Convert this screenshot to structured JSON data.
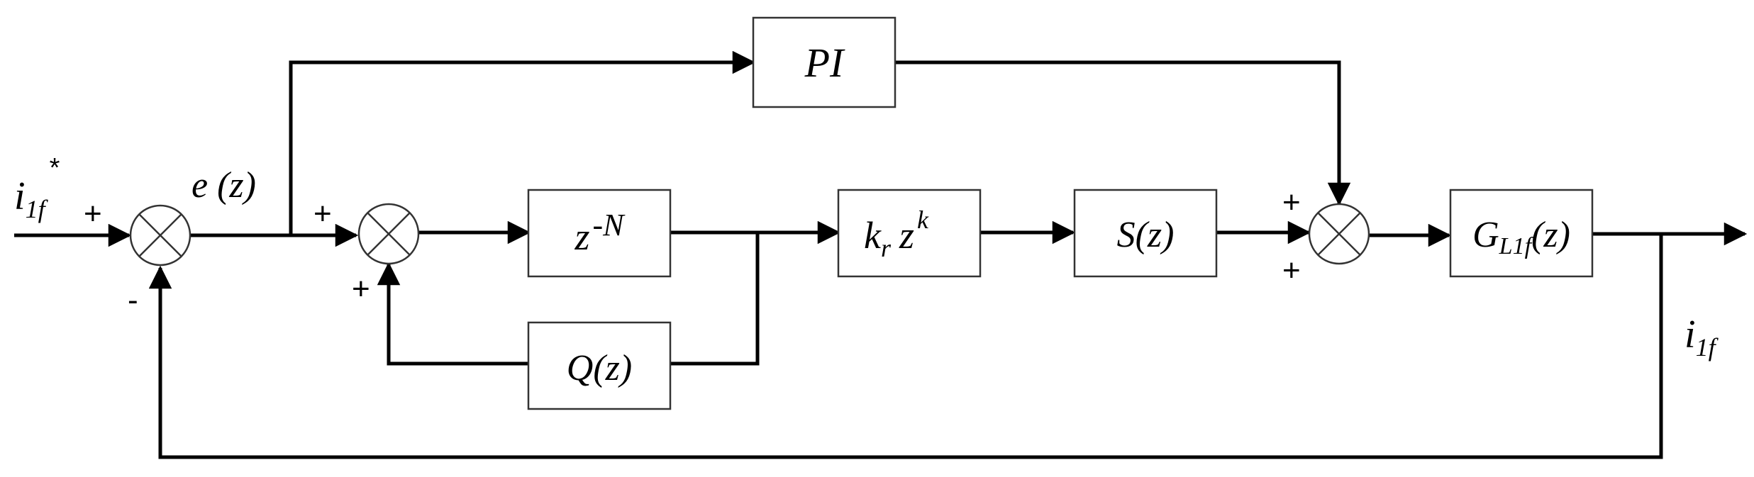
{
  "diagram": {
    "input": {
      "base": "i",
      "sub": "1f",
      "sup": "*"
    },
    "output": {
      "base": "i",
      "sub": "1f"
    },
    "error_signal": "e (z)",
    "blocks": {
      "pi": "PI",
      "delay": {
        "base": "z",
        "exp": "-N"
      },
      "gain": {
        "k": "k",
        "r": "r",
        "z": "z",
        "exp": "k"
      },
      "filter_s": "S(z)",
      "filter_q": "Q(z)",
      "plant": {
        "base": "G",
        "sub": "L1f",
        "tail": "(z)"
      }
    },
    "signs": {
      "s1_in": "+",
      "s1_fb": "-",
      "s2_in": "+",
      "s2_fb": "+",
      "s3_top": "+",
      "s3_bottom": "+"
    }
  }
}
